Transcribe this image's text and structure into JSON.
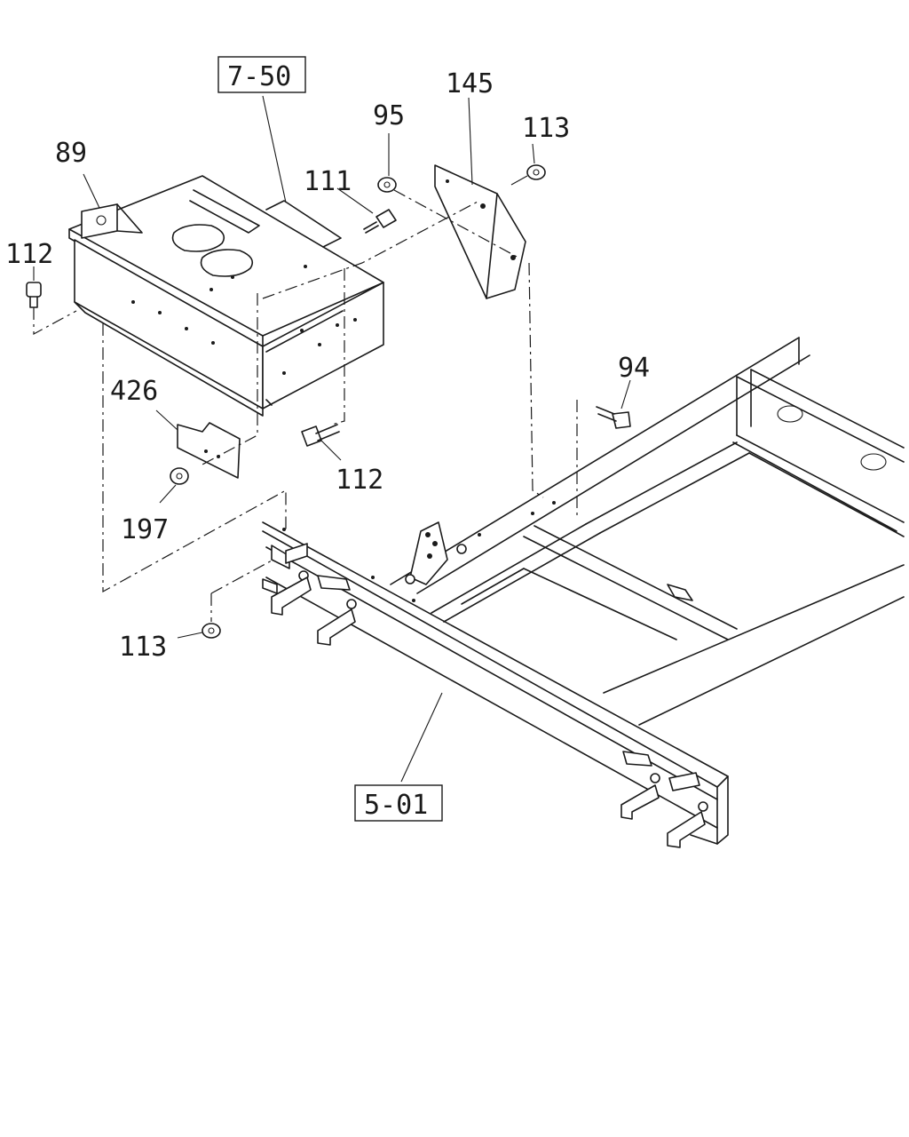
{
  "labels": {
    "ref_7_50": "7-50",
    "ref_5_01": "5-01",
    "p89": "89",
    "p112_a": "112",
    "p111": "111",
    "p95": "95",
    "p145": "145",
    "p113_a": "113",
    "p426": "426",
    "p112_b": "112",
    "p197": "197",
    "p94": "94",
    "p113_b": "113"
  }
}
